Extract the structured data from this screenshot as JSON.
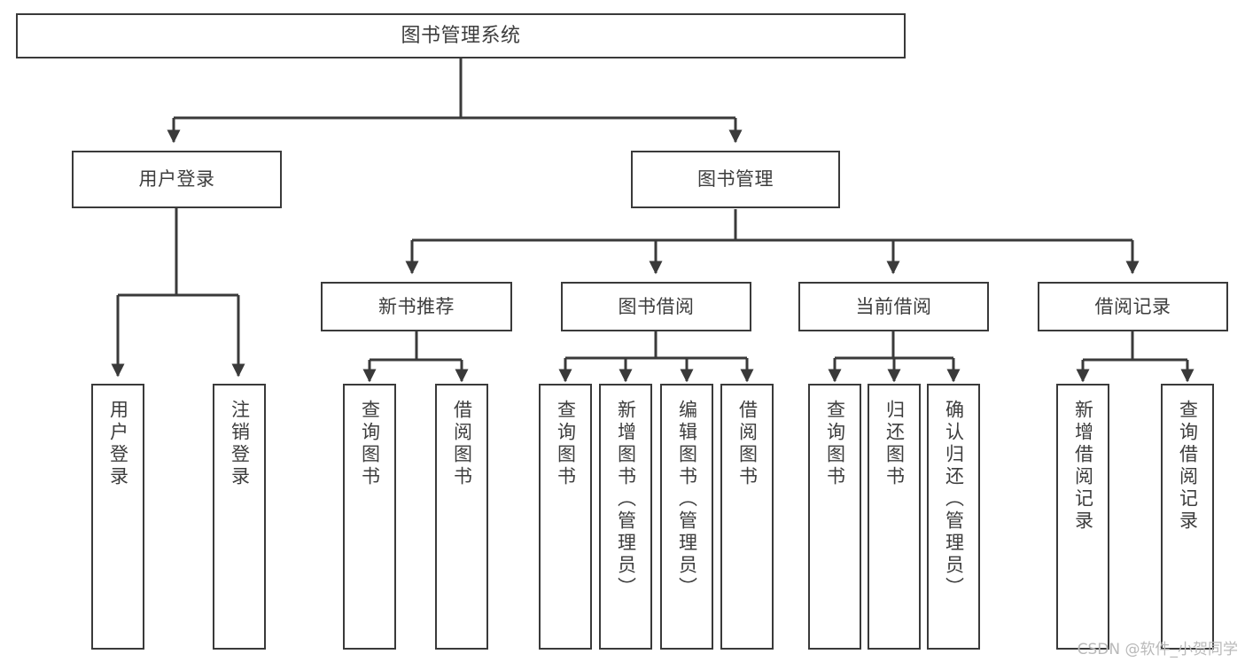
{
  "diagram": {
    "title": "图书管理系统",
    "watermark": "CSDN @软件_小贺同学",
    "stroke_color": "#3a3a3a",
    "text_color": "#3d3d3d",
    "background_color": "#ffffff",
    "nodes": {
      "root": {
        "label": "图书管理系统"
      },
      "level2": [
        {
          "id": "user-login",
          "label": "用户登录"
        },
        {
          "id": "book-manage",
          "label": "图书管理"
        }
      ],
      "level3": [
        {
          "id": "new-book-recommend",
          "label": "新书推荐"
        },
        {
          "id": "book-borrow",
          "label": "图书借阅"
        },
        {
          "id": "current-borrow",
          "label": "当前借阅"
        },
        {
          "id": "borrow-record",
          "label": "借阅记录"
        }
      ],
      "leaves": {
        "user-login": [
          {
            "id": "leaf-user-login",
            "label": "用户登录"
          },
          {
            "id": "leaf-logout",
            "label": "注销登录"
          }
        ],
        "new-book-recommend": [
          {
            "id": "leaf-query-book-1",
            "label": "查询图书"
          },
          {
            "id": "leaf-borrow-book-1",
            "label": "借阅图书"
          }
        ],
        "book-borrow": [
          {
            "id": "leaf-query-book-2",
            "label": "查询图书"
          },
          {
            "id": "leaf-add-book",
            "label": "新增图书（管理员）"
          },
          {
            "id": "leaf-edit-book",
            "label": "编辑图书（管理员）"
          },
          {
            "id": "leaf-borrow-book-2",
            "label": "借阅图书"
          }
        ],
        "current-borrow": [
          {
            "id": "leaf-query-book-3",
            "label": "查询图书"
          },
          {
            "id": "leaf-return-book",
            "label": "归还图书"
          },
          {
            "id": "leaf-confirm-return",
            "label": "确认归还（管理员）"
          }
        ],
        "borrow-record": [
          {
            "id": "leaf-add-record",
            "label": "新增借阅记录"
          },
          {
            "id": "leaf-query-record",
            "label": "查询借阅记录"
          }
        ]
      }
    }
  }
}
